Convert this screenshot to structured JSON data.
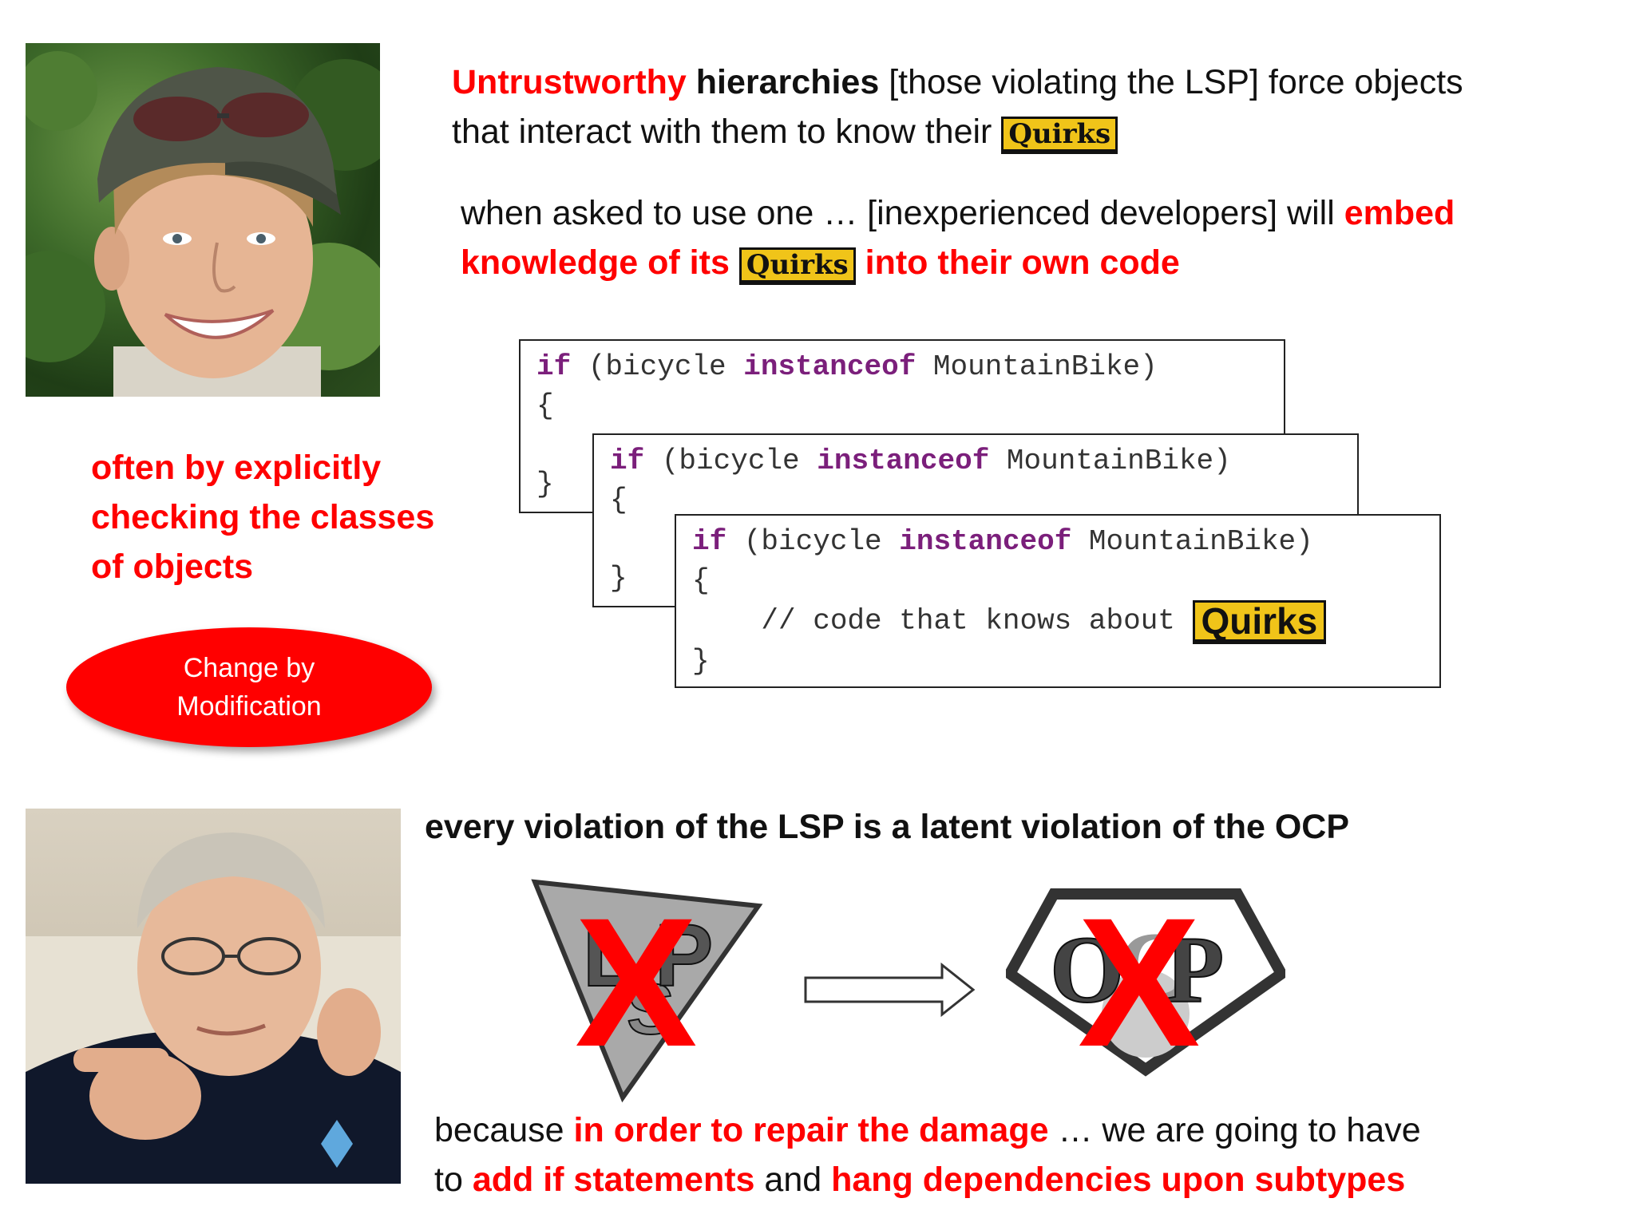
{
  "headline": {
    "part1": "Untrustworthy",
    "part2": "hierarchies",
    "part3": " [those violating the LSP] force objects",
    "line2": "that interact with them to know their"
  },
  "second": {
    "part1": "when asked to use one … [inexperienced developers] will ",
    "part2": "embed",
    "line2a": "knowledge of its",
    "line2b": " into their own code"
  },
  "quirks_label": "Quirks",
  "left_note": {
    "line1": "often by explicitly",
    "line2": "checking the classes",
    "line3": "of objects"
  },
  "change_button": {
    "line1": "Change by",
    "line2": "Modification"
  },
  "code": {
    "kw_if": "if",
    "cond_open": " (bicycle ",
    "kw_instanceof": "instanceof",
    "cond_close": " MountainBike)",
    "open_brace": "{",
    "close_brace": "}",
    "comment": "    // code that knows about "
  },
  "bottom_heading": "every violation of the LSP is a latent violation of the OCP",
  "logos": {
    "lsp_letters": [
      "L",
      "S",
      "P"
    ],
    "ocp_letters": [
      "O",
      "C",
      "P"
    ],
    "x_mark": "X"
  },
  "conclusion": {
    "a": "because ",
    "b": "in order to repair the damage",
    "c": " … we are going to have",
    "d": "to ",
    "e": "add if statements",
    "f": " and ",
    "g": "hang dependencies upon subtypes"
  },
  "colors": {
    "accent_red": "#ff0000",
    "keyword_purple": "#7b1f7b",
    "quirks_yellow": "#f0c419"
  }
}
